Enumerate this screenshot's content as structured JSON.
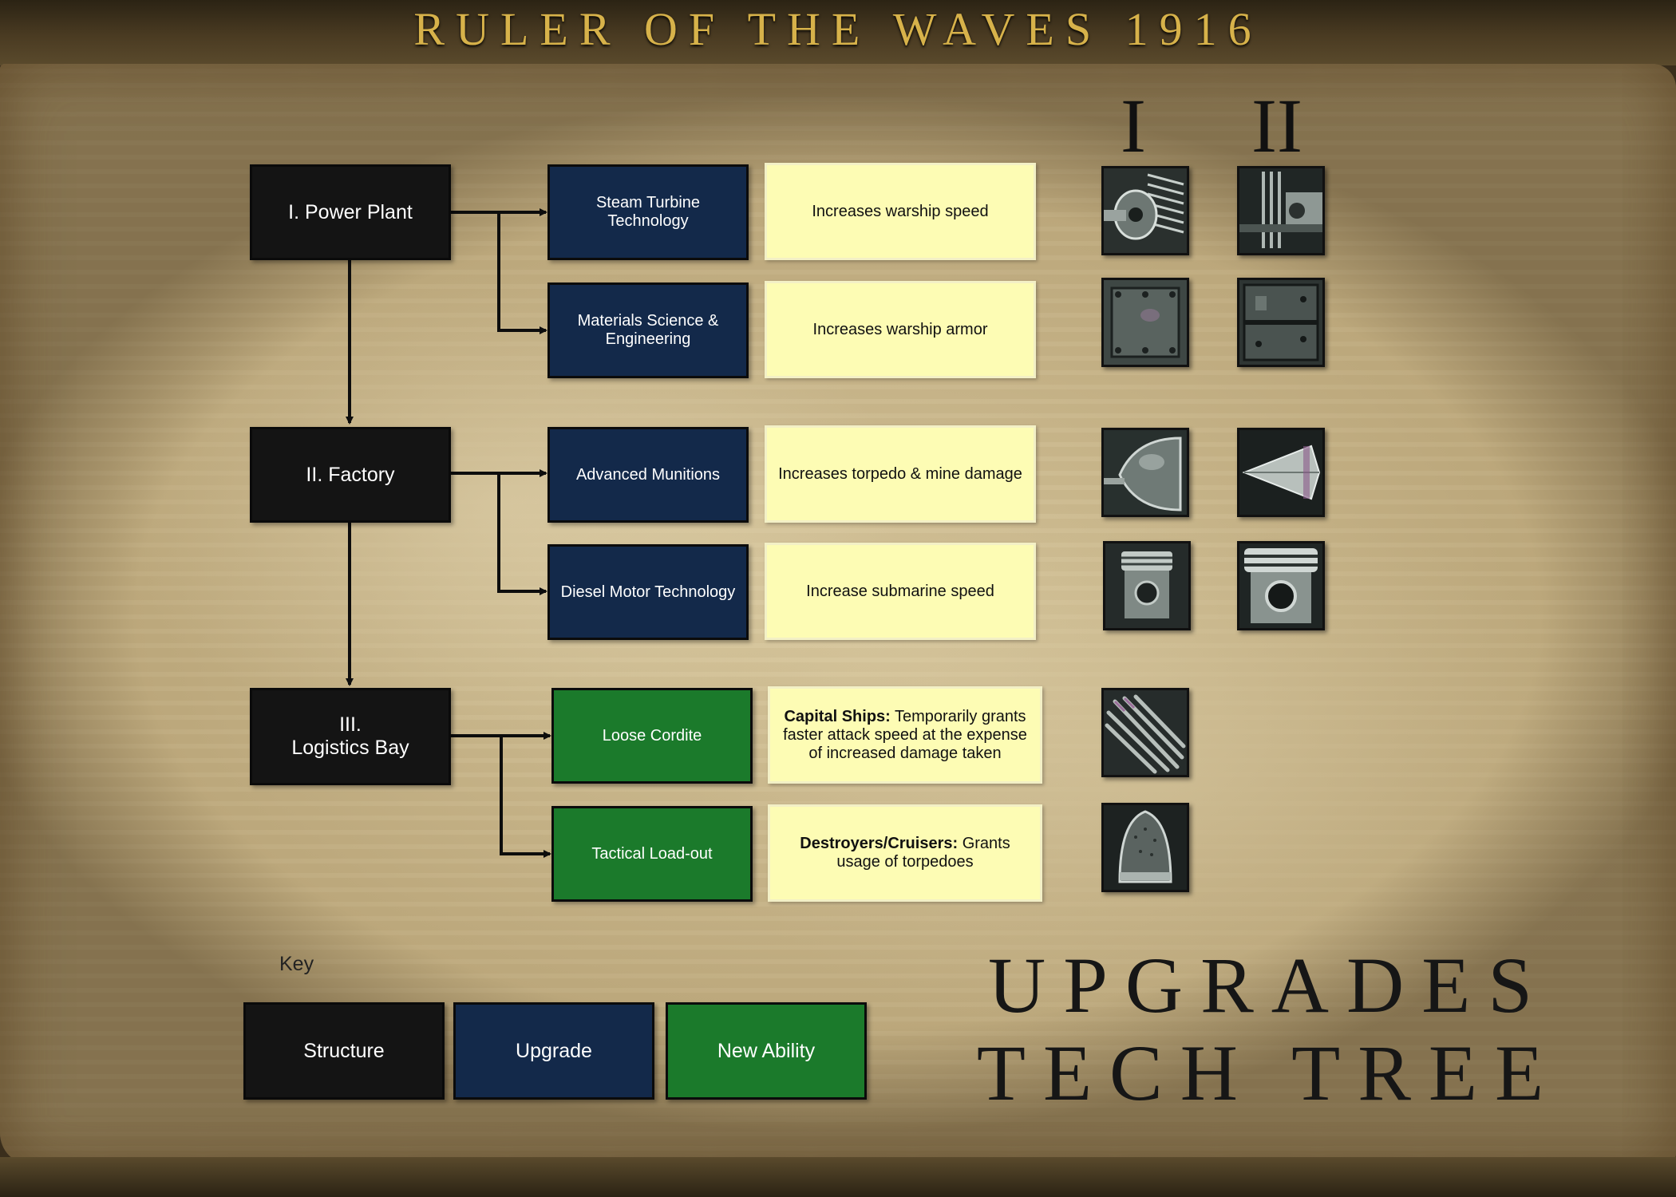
{
  "header": {
    "title": "RULER OF THE WAVES 1916"
  },
  "tiers": [
    "I",
    "II"
  ],
  "structures": [
    {
      "name": "I. Power Plant"
    },
    {
      "name": "II. Factory"
    },
    {
      "name": "III.\nLogistics Bay"
    }
  ],
  "upgrades": [
    {
      "label": "Steam Turbine\nTechnology",
      "desc_bold": "",
      "desc": "Increases warship speed",
      "icons": [
        "turbine-icon",
        "turbine-closeup-icon"
      ]
    },
    {
      "label": "Materials Science &\nEngineering",
      "desc_bold": "",
      "desc": "Increases warship armor",
      "icons": [
        "armor-plate-icon",
        "armor-plate-heavy-icon"
      ]
    },
    {
      "label": "Advanced Munitions",
      "desc_bold": "",
      "desc": "Increases torpedo & mine damage",
      "icons": [
        "shell-nose-icon",
        "shell-tip-icon"
      ]
    },
    {
      "label": "Diesel Motor Technology",
      "desc_bold": "",
      "desc": "Increase submarine speed",
      "icons": [
        "piston-icon",
        "piston-closeup-icon"
      ]
    },
    {
      "label": "Loose Cordite",
      "desc_bold": "Capital Ships:",
      "desc": " Temporarily grants faster attack speed at the expense of increased damage taken",
      "icons": [
        "cordite-sticks-icon"
      ]
    },
    {
      "label": "Tactical Load-out",
      "desc_bold": "Destroyers/Cruisers:",
      "desc": " Grants usage of torpedoes",
      "icons": [
        "torpedo-warhead-icon"
      ]
    }
  ],
  "key": {
    "label": "Key",
    "structure": "Structure",
    "upgrade": "Upgrade",
    "ability": "New Ability"
  },
  "footer": {
    "title_line1": "UPGRADES",
    "title_line2": "TECH TREE"
  },
  "colors": {
    "structure": "#141414",
    "upgrade": "#13294a",
    "ability": "#1b7a2b",
    "description": "#fdfcb4",
    "title_gold": "#d7b24a"
  }
}
